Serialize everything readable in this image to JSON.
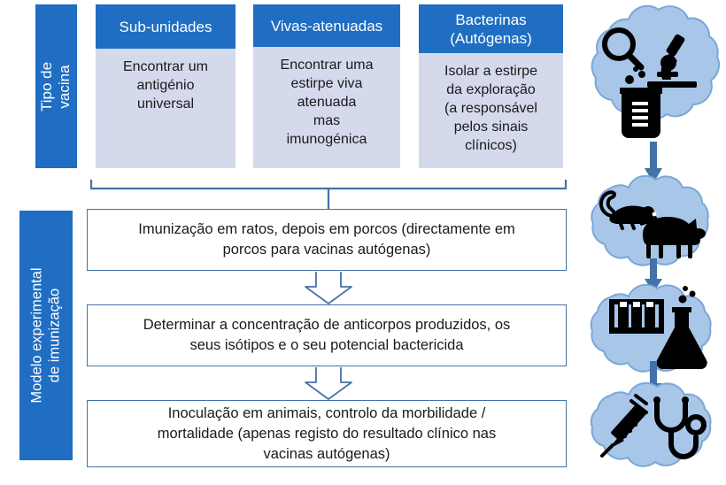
{
  "page": {
    "title": "Tipo de vacina e modelo experimental de imunização",
    "background_color": "#ffffff"
  },
  "colors": {
    "header_blue": "#1f6ec4",
    "body_lavender": "#d5d9ec",
    "box_border_blue": "#4472a8",
    "cloud_fill": "#a8c6e8",
    "cloud_stroke": "#7aa7d8",
    "arrow_blue": "#4472a8",
    "text_dark": "#1a1a1a",
    "text_light": "#ffffff"
  },
  "sections": {
    "vaccine_type": {
      "side_label_line1": "Tipo de",
      "side_label_line2": "vacina",
      "side_label": "Tipo de\nvacina",
      "columns": [
        {
          "id": "sub-unidades",
          "header": "Sub-unidades",
          "body": "Encontrar um\nantigénio\nuniversal"
        },
        {
          "id": "vivas-atenuadas",
          "header": "Vivas-atenuadas",
          "body": "Encontrar uma\nestirpe viva\natenuada\nmas\nimunogénica"
        },
        {
          "id": "bacterinas-autogenas",
          "header": "Bacterinas\n(Autógenas)",
          "body": "Isolar a estirpe\nda exploração\n(a responsável\npelos sinais\nclínicos)"
        }
      ]
    },
    "experimental_model": {
      "side_label_line1": "Modelo experimental",
      "side_label_line2": "de imunização",
      "side_label": "Modelo experimental\nde imunização",
      "steps": [
        {
          "id": "step-imunizacao",
          "text": "Imunização em ratos, depois em porcos (directamente em\nporcos para vacinas autógenas)"
        },
        {
          "id": "step-anticorpos",
          "text": "Determinar a concentração de anticorpos produzidos, os\nseus isótipos e o seu potencial bactericida"
        },
        {
          "id": "step-inoculacao",
          "text": "Inoculação em animais, controlo da morbilidade /\nmortalidade (apenas registo do resultado clínico nas\nvacinas autógenas)"
        }
      ]
    }
  },
  "illustrations": [
    {
      "id": "cloud-lab",
      "icons": [
        "magnifying-glass-icon",
        "microscope-icon",
        "beaker-icon"
      ]
    },
    {
      "id": "cloud-animals",
      "icons": [
        "rat-icon",
        "pig-icon"
      ]
    },
    {
      "id": "cloud-assays",
      "icons": [
        "test-tube-rack-icon",
        "erlenmeyer-flask-icon"
      ]
    },
    {
      "id": "cloud-clinical",
      "icons": [
        "syringe-icon",
        "stethoscope-icon"
      ]
    }
  ]
}
